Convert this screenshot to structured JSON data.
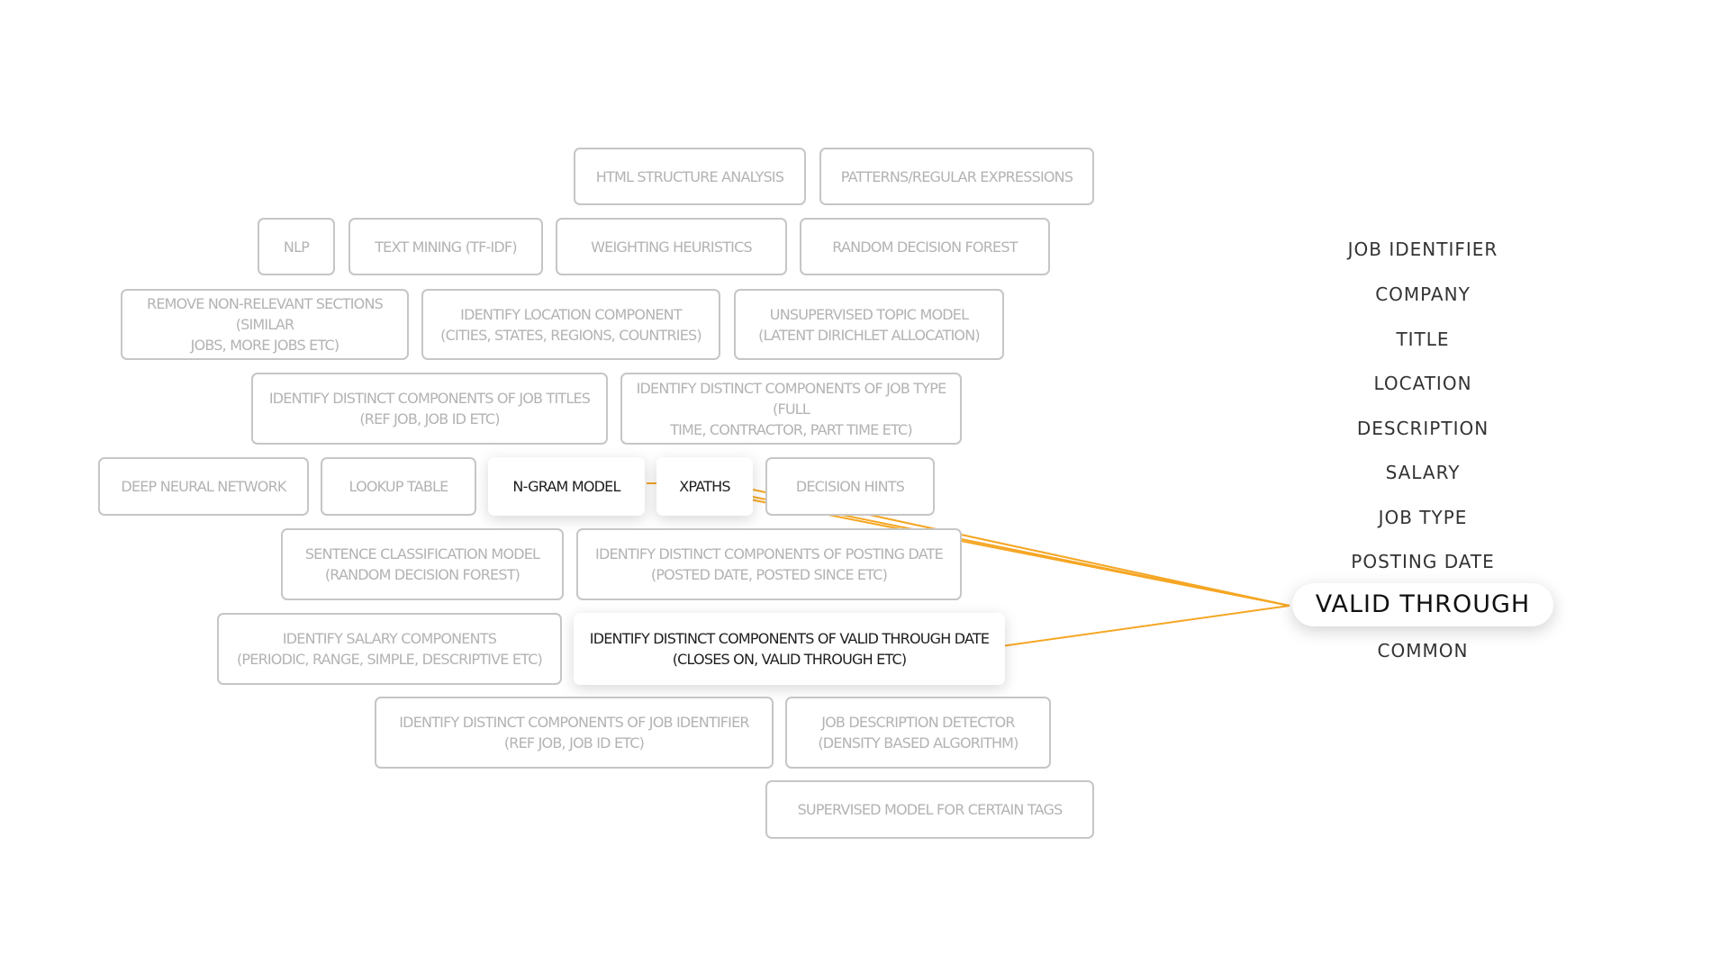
{
  "diagram": {
    "connector_color": "#f5a623",
    "techniques": {
      "html_structure": "HTML STRUCTURE ANALYSIS",
      "patterns": "PATTERNS/REGULAR EXPRESSIONS",
      "nlp": "NLP",
      "text_mining": "TEXT MINING (TF-IDF)",
      "weighting": "WEIGHTING HEURISTICS",
      "random_forest": "RANDOM DECISION FOREST",
      "remove_sections": "REMOVE NON-RELEVANT SECTIONS (SIMILAR\nJOBS, MORE JOBS ETC)",
      "location_component": "IDENTIFY LOCATION COMPONENT\n(CITIES, STATES, REGIONS, COUNTRIES)",
      "topic_model": "UNSUPERVISED TOPIC MODEL\n(LATENT DIRICHLET ALLOCATION)",
      "job_titles": "IDENTIFY DISTINCT COMPONENTS OF JOB TITLES\n(REF JOB, JOB ID ETC)",
      "job_type": "IDENTIFY DISTINCT COMPONENTS OF JOB TYPE (FULL\nTIME, CONTRACTOR, PART TIME ETC)",
      "deep_nn": "DEEP NEURAL NETWORK",
      "lookup": "LOOKUP TABLE",
      "ngram": "N-GRAM MODEL",
      "xpaths": "XPATHS",
      "decision_hints": "DECISION HINTS",
      "sentence_model": "SENTENCE CLASSIFICATION MODEL\n(RANDOM DECISION FOREST)",
      "posting_date": "IDENTIFY DISTINCT COMPONENTS OF POSTING DATE\n(POSTED DATE, POSTED SINCE ETC)",
      "salary_components": "IDENTIFY SALARY COMPONENTS\n(PERIODIC, RANGE, SIMPLE, DESCRIPTIVE ETC)",
      "valid_through": "IDENTIFY DISTINCT COMPONENTS OF VALID THROUGH DATE\n(CLOSES ON, VALID THROUGH ETC)",
      "job_identifier": "IDENTIFY DISTINCT COMPONENTS OF JOB IDENTIFIER\n(REF JOB, JOB ID ETC)",
      "description_detector": "JOB DESCRIPTION DETECTOR\n(DENSITY BASED ALGORITHM)",
      "supervised_model": "SUPERVISED MODEL FOR CERTAIN TAGS"
    },
    "categories": {
      "job_identifier": "JOB IDENTIFIER",
      "company": "COMPANY",
      "title": "TITLE",
      "location": "LOCATION",
      "description": "DESCRIPTION",
      "salary": "SALARY",
      "job_type": "JOB TYPE",
      "posting_date": "POSTING DATE",
      "valid_through": "VALID THROUGH",
      "common": "COMMON"
    }
  }
}
